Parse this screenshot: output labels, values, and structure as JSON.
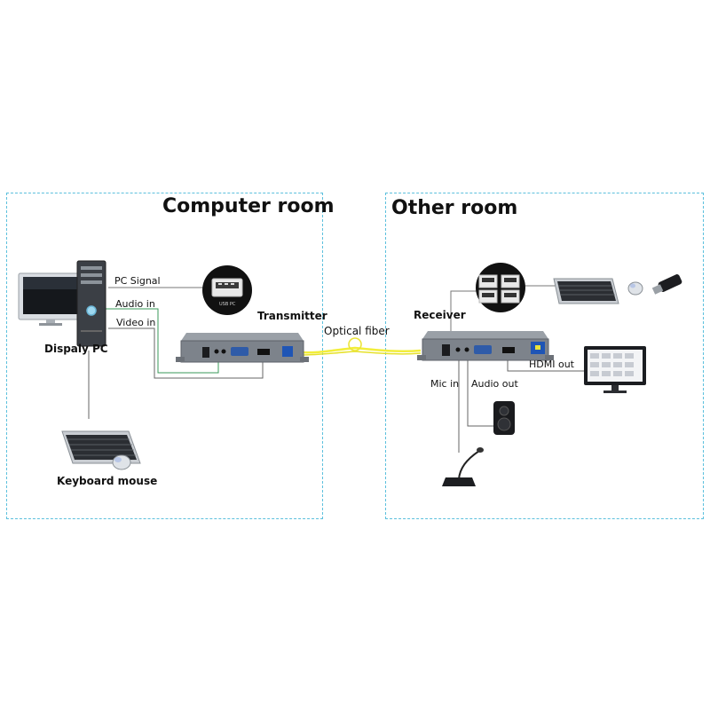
{
  "rooms": {
    "left_title": "Computer room",
    "right_title": "Other room"
  },
  "labels": {
    "pc_signal": "PC Signal",
    "audio_in": "Audio in",
    "video_in": "Video in",
    "display": "Dispaly",
    "pc": "PC",
    "keyboard_mouse": "Keyboard mouse",
    "transmitter": "Transmitter",
    "optical_fiber": "Optical fiber",
    "receiver": "Receiver",
    "hdmi_out": "HDMI out",
    "mic_in": "Mic in",
    "audio_out": "Audio out",
    "usb_port_text": "USB PC"
  },
  "colors": {
    "room_border": "#5cc0dd",
    "fiber": "#f2ee3a",
    "device_body": "#8a8f96",
    "device_dark": "#2b2d31"
  },
  "icons": {
    "pc": "desktop-computer-icon",
    "keyboard": "keyboard-icon",
    "mouse": "mouse-icon",
    "usb_port": "usb-port-icon",
    "usb_hub": "usb-dual-port-icon",
    "usb_stick": "usb-stick-icon",
    "monitor": "monitor-icon",
    "speaker": "speaker-icon",
    "microphone": "microphone-icon",
    "transmitter": "transmitter-device-icon",
    "receiver": "receiver-device-icon"
  }
}
